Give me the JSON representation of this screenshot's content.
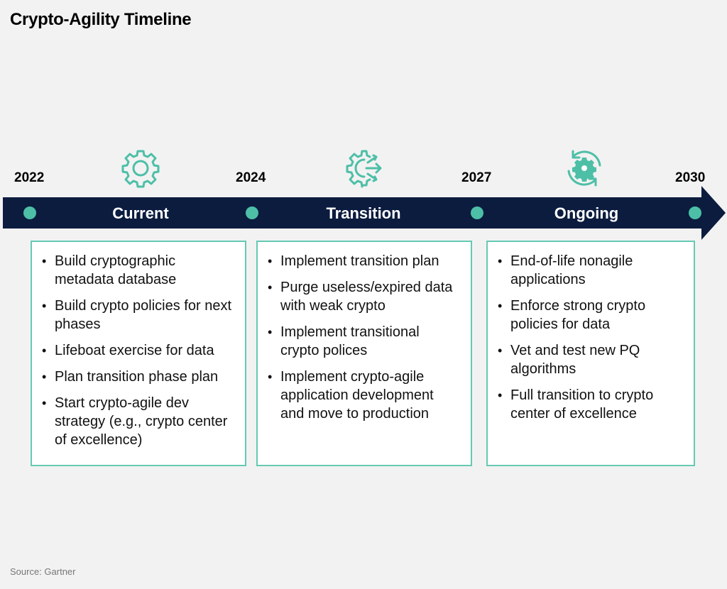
{
  "title": "Crypto-Agility Timeline",
  "source": "Source: Gartner",
  "colors": {
    "navy": "#0b1c3f",
    "teal": "#4dbfa7",
    "card_border": "#66c9b4",
    "background": "#f2f2f2"
  },
  "years": [
    "2022",
    "2024",
    "2027",
    "2030"
  ],
  "phases": [
    {
      "label": "Current",
      "icon": "gear-icon",
      "items": [
        "Build cryptographic metadata database",
        "Build crypto policies for next phases",
        "Lifeboat exercise for data",
        "Plan transition phase plan",
        "Start crypto-agile dev strategy (e.g., crypto center of excellence)"
      ]
    },
    {
      "label": "Transition",
      "icon": "gear-arrows-icon",
      "items": [
        "Implement transition plan",
        "Purge useless/expired data with weak crypto",
        "Implement transitional crypto polices",
        "Implement crypto-agile application development and move to production"
      ]
    },
    {
      "label": "Ongoing",
      "icon": "gear-cycle-icon",
      "items": [
        "End-of-life nonagile applications",
        "Enforce strong crypto policies for data",
        "Vet and test new PQ algorithms",
        "Full transition to crypto center of excellence"
      ]
    }
  ]
}
